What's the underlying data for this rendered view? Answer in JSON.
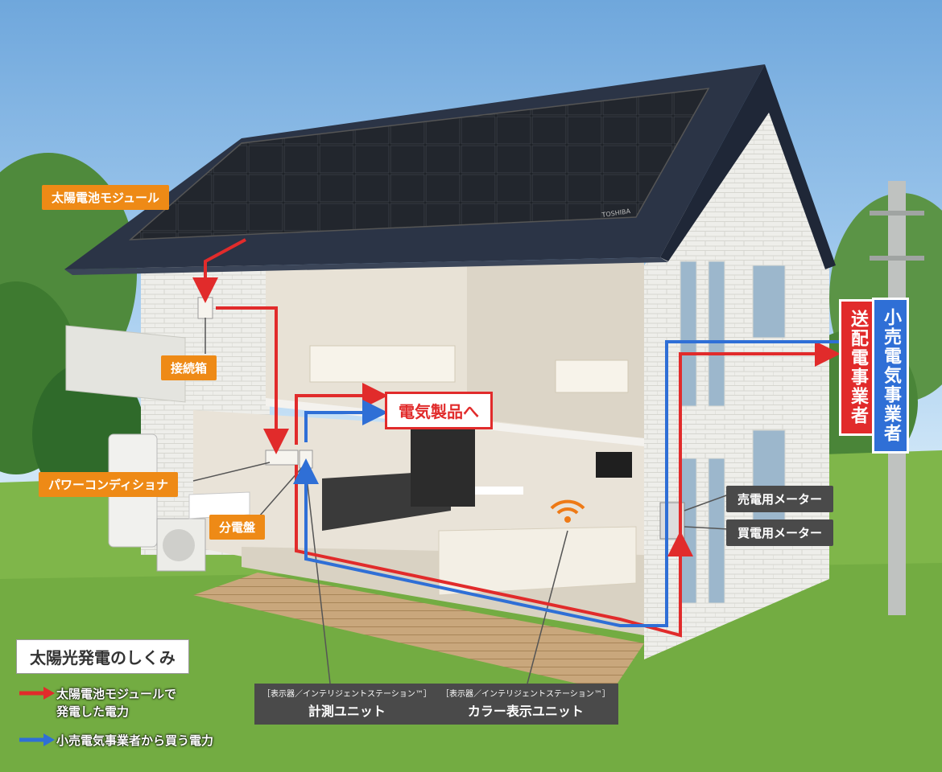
{
  "labels": {
    "solar_module": "太陽電池モジュール",
    "junction_box": "接続箱",
    "power_conditioner": "パワーコンディショナ",
    "distribution_board": "分電盤",
    "to_appliances": "電気製品へ",
    "retail_provider": "小売電気事業者",
    "transmission_provider": "送配電事業者",
    "sell_meter": "売電用メーター",
    "buy_meter": "買電用メーター",
    "panel_brand": "TOSHIBA"
  },
  "units": {
    "measurement": {
      "caption": "［表示器／インテリジェントステーション™］",
      "name": "計測ユニット"
    },
    "color_display": {
      "caption": "［表示器／インテリジェントステーション™］",
      "name": "カラー表示ユニット"
    }
  },
  "legend": {
    "title": "太陽光発電のしくみ",
    "items": [
      {
        "color": "#e12b2b",
        "line1": "太陽電池モジュールで",
        "line2": "発電した電力"
      },
      {
        "color": "#2f6fd6",
        "line1": "小売電気事業者から買う電力",
        "line2": ""
      }
    ]
  },
  "colors": {
    "generated_power": "#e12b2b",
    "bought_power": "#2f6fd6",
    "label_orange": "#ee8a16",
    "label_gray": "#4a4a4a"
  }
}
